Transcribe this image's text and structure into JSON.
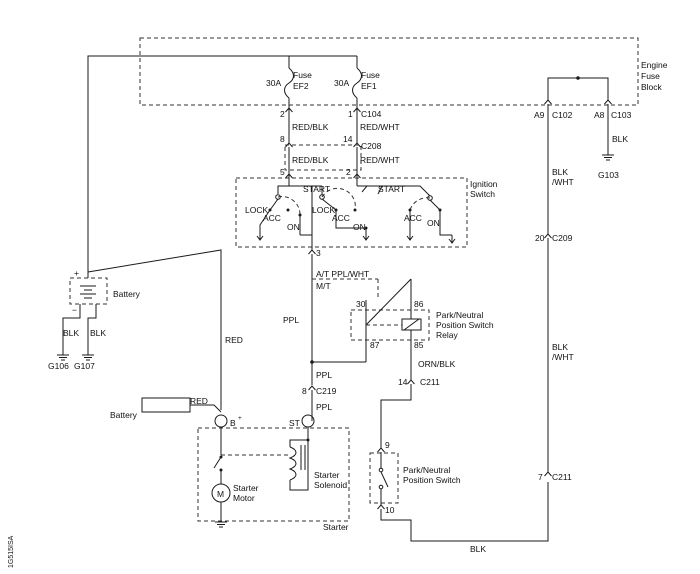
{
  "colors": {
    "wire": "#1a1a1a",
    "dashed_box": "#333333",
    "background": "#ffffff"
  },
  "engine_fuse_block": {
    "label_1": "Engine",
    "label_2": "Fuse",
    "label_3": "Block"
  },
  "fuse_ef2": {
    "amp": "30A",
    "name_1": "Fuse",
    "name_2": "EF2"
  },
  "fuse_ef1": {
    "amp": "30A",
    "name_1": "Fuse",
    "name_2": "EF1"
  },
  "connectors": {
    "c104": "C104",
    "c208": "C208",
    "c102": "C102",
    "c103": "C103",
    "c209": "C209",
    "c211_top": "C211",
    "c219": "C219",
    "c211_bottom": "C211"
  },
  "pins": {
    "p2_top": "2",
    "p1_top": "1",
    "p8": "8",
    "p14": "14",
    "p5": "5",
    "p2": "2",
    "p3": "3",
    "a9": "A9",
    "a8": "A8",
    "p20": "20",
    "p30": "30",
    "p86": "86",
    "p87": "87",
    "p85": "85",
    "p8_c219": "8",
    "p14_c211": "14",
    "p9": "9",
    "p10": "10",
    "p7": "7"
  },
  "wires": {
    "red_blk_1": "RED/BLK",
    "red_wht_1": "RED/WHT",
    "red_blk_2": "RED/BLK",
    "red_wht_2": "RED/WHT",
    "blk_ground": "BLK",
    "blk_wht_1a": "BLK",
    "blk_wht_1b": "/WHT",
    "blk_wht_2a": "BLK",
    "blk_wht_2b": "/WHT",
    "at_ppl_wht": "A/T PPL/WHT",
    "mt": "M/T",
    "ppl_1": "PPL",
    "ppl_2": "PPL",
    "ppl_3": "PPL",
    "orn_blk": "ORN/BLK",
    "red_battery": "RED",
    "red_main": "RED",
    "blk_g106": "BLK",
    "blk_g107": "BLK",
    "blk_bottom": "BLK"
  },
  "ignition_switch": {
    "title_1": "Ignition",
    "title_2": "Switch",
    "start_1": "START",
    "start_2": "START",
    "lock_1": "LOCK",
    "lock_2": "LOCK",
    "acc_1": "ACC",
    "acc_2": "ACC",
    "acc_3": "ACC",
    "on_1": "ON",
    "on_2": "ON",
    "on_3": "ON"
  },
  "relay": {
    "name_1": "Park/Neutral",
    "name_2": "Position Switch",
    "name_3": "Relay"
  },
  "pn_switch": {
    "name_1": "Park/Neutral",
    "name_2": "Position Switch"
  },
  "battery": {
    "label": "Battery",
    "plus": "+",
    "minus": "−"
  },
  "battery_ref": "Battery",
  "grounds": {
    "g103": "G103",
    "g106": "G106",
    "g107": "G107"
  },
  "starter": {
    "b_plus": "B",
    "b_plus_sup": "+",
    "st": "ST",
    "m": "M",
    "motor_1": "Starter",
    "motor_2": "Motor",
    "solenoid_1": "Starter",
    "solenoid_2": "Solenoid",
    "box_label": "Starter"
  },
  "side_code": "1G515ISA"
}
